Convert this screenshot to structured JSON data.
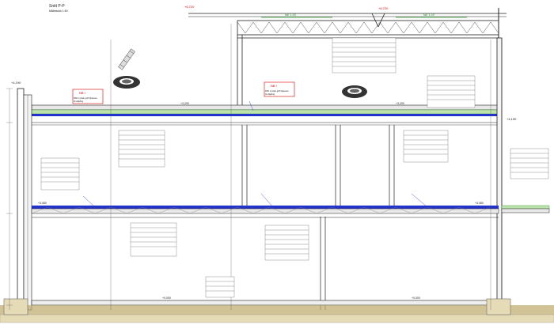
{
  "title": {
    "main": "Snitt P-P",
    "scale": "Målestokk 1:50"
  },
  "levels": {
    "top_left": "+6,720",
    "top_right": "+6,720",
    "mid_left": "+4,190",
    "mid_right": "+4,190",
    "roof_left": "+3,200",
    "roof_mid": "+3,200",
    "floor1_left": "+3,080",
    "floor1_right": "+3,080",
    "ground_left": "+0,000",
    "ground_right": "+0,000"
  },
  "fall_labels": [
    "fall 1:40",
    "fall 1:40"
  ],
  "notes": {
    "nb_left_title": "NB !",
    "nb_left_line1": "RSK 2-plate golf tilpasses",
    "nb_left_line2": "til utkjoling",
    "nb_mid_title": "NB !",
    "nb_mid_line1": "RSK 2-plate golf tilpasses",
    "nb_mid_line2": "til utkjoling"
  },
  "colors": {
    "line": "#222222",
    "annotation_red": "#d40000",
    "annotation_blue": "#1a2fd6",
    "slab_blue": "#2233cc",
    "insulation_green": "#3a9a2a",
    "gravel": "#bfa96a"
  },
  "icons": [
    "drain-ring-icon",
    "drain-ring-icon",
    "cable-segment-icon"
  ]
}
